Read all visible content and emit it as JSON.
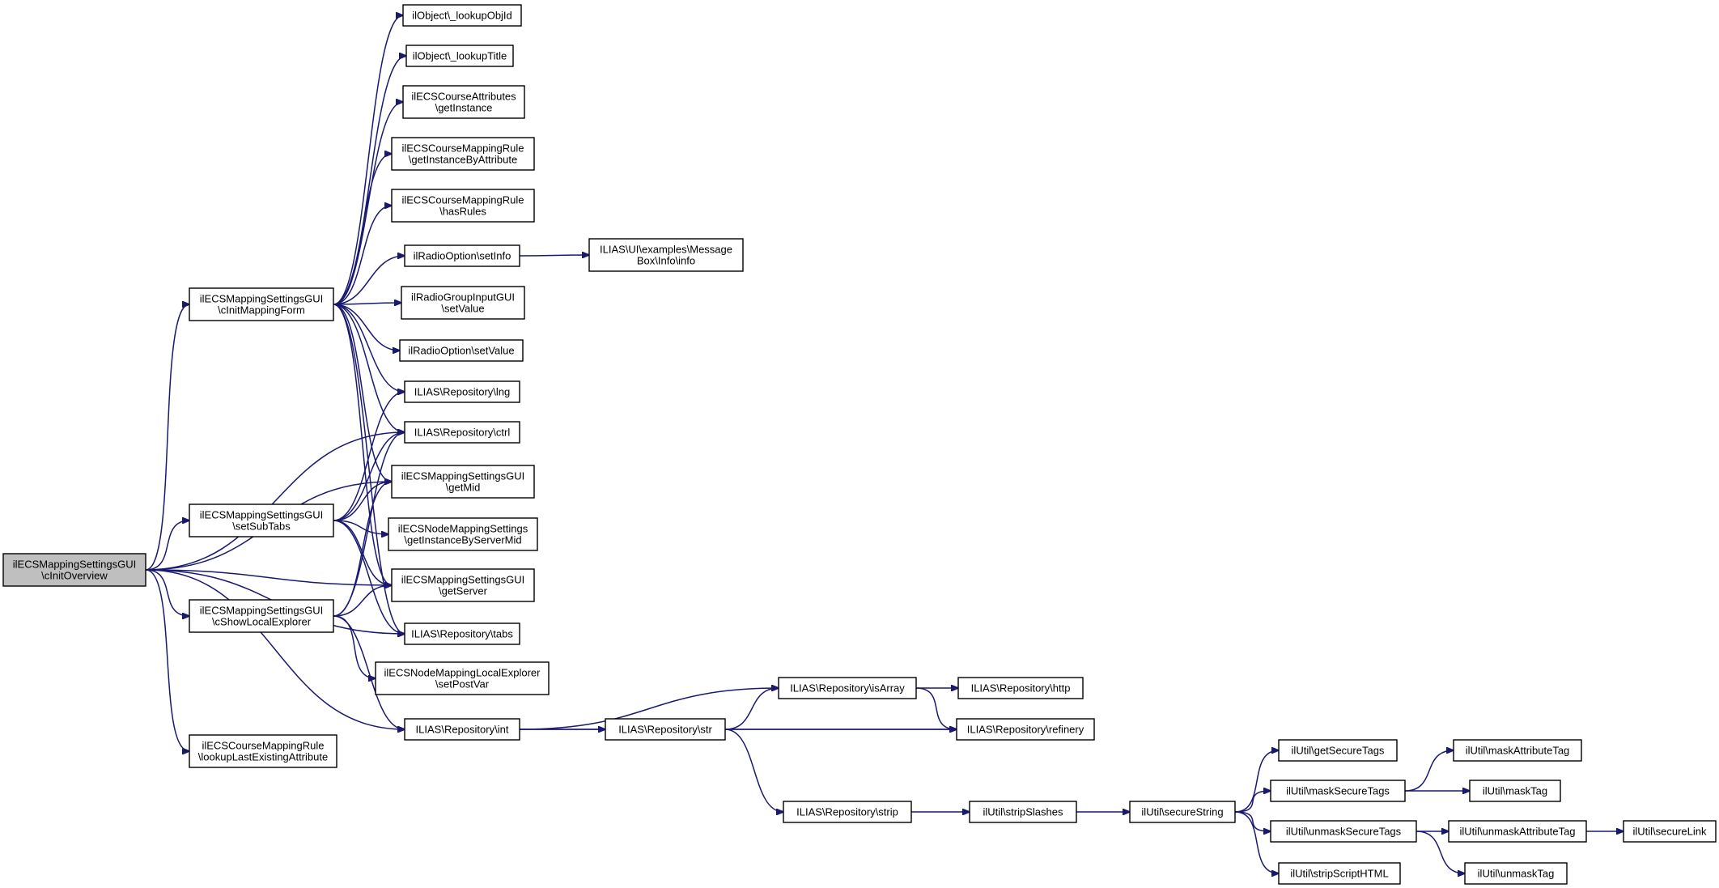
{
  "nodes": [
    {
      "id": "root",
      "lines": [
        "ilECSMappingSettingsGUI",
        "\\cInitOverview"
      ],
      "root": true
    },
    {
      "id": "initMapping",
      "lines": [
        "ilECSMappingSettingsGUI",
        "\\cInitMappingForm"
      ]
    },
    {
      "id": "setSubTabs",
      "lines": [
        "ilECSMappingSettingsGUI",
        "\\setSubTabs"
      ]
    },
    {
      "id": "showLocal",
      "lines": [
        "ilECSMappingSettingsGUI",
        "\\cShowLocalExplorer"
      ]
    },
    {
      "id": "lookupLast",
      "lines": [
        "ilECSCourseMappingRule",
        "\\lookupLastExistingAttribute"
      ]
    },
    {
      "id": "lookupObjId",
      "lines": [
        "ilObject\\_lookupObjId"
      ]
    },
    {
      "id": "lookupTitle",
      "lines": [
        "ilObject\\_lookupTitle"
      ]
    },
    {
      "id": "courseAttr",
      "lines": [
        "ilECSCourseAttributes",
        "\\getInstance"
      ]
    },
    {
      "id": "ruleByAttr",
      "lines": [
        "ilECSCourseMappingRule",
        "\\getInstanceByAttribute"
      ]
    },
    {
      "id": "hasRules",
      "lines": [
        "ilECSCourseMappingRule",
        "\\hasRules"
      ]
    },
    {
      "id": "setInfo",
      "lines": [
        "ilRadioOption\\setInfo"
      ]
    },
    {
      "id": "msgInfo",
      "lines": [
        "ILIAS\\UI\\examples\\Message",
        "Box\\Info\\info"
      ]
    },
    {
      "id": "radioGroup",
      "lines": [
        "ilRadioGroupInputGUI",
        "\\setValue"
      ]
    },
    {
      "id": "radioSetValue",
      "lines": [
        "ilRadioOption\\setValue"
      ]
    },
    {
      "id": "lng",
      "lines": [
        "ILIAS\\Repository\\lng"
      ]
    },
    {
      "id": "ctrl",
      "lines": [
        "ILIAS\\Repository\\ctrl"
      ]
    },
    {
      "id": "getMid",
      "lines": [
        "ilECSMappingSettingsGUI",
        "\\getMid"
      ]
    },
    {
      "id": "nodeMapping",
      "lines": [
        "ilECSNodeMappingSettings",
        "\\getInstanceByServerMid"
      ]
    },
    {
      "id": "getServer",
      "lines": [
        "ilECSMappingSettingsGUI",
        "\\getServer"
      ]
    },
    {
      "id": "tabs",
      "lines": [
        "ILIAS\\Repository\\tabs"
      ]
    },
    {
      "id": "localExplorer",
      "lines": [
        "ilECSNodeMappingLocalExplorer",
        "\\setPostVar"
      ]
    },
    {
      "id": "int",
      "lines": [
        "ILIAS\\Repository\\int"
      ]
    },
    {
      "id": "isArray",
      "lines": [
        "ILIAS\\Repository\\isArray"
      ]
    },
    {
      "id": "http",
      "lines": [
        "ILIAS\\Repository\\http"
      ]
    },
    {
      "id": "str",
      "lines": [
        "ILIAS\\Repository\\str"
      ]
    },
    {
      "id": "refinery",
      "lines": [
        "ILIAS\\Repository\\refinery"
      ]
    },
    {
      "id": "strip",
      "lines": [
        "ILIAS\\Repository\\strip"
      ]
    },
    {
      "id": "stripSlashes",
      "lines": [
        "ilUtil\\stripSlashes"
      ]
    },
    {
      "id": "secureString",
      "lines": [
        "ilUtil\\secureString"
      ]
    },
    {
      "id": "getSecureTags",
      "lines": [
        "ilUtil\\getSecureTags"
      ]
    },
    {
      "id": "maskSecureTags",
      "lines": [
        "ilUtil\\maskSecureTags"
      ]
    },
    {
      "id": "unmaskSecureTags",
      "lines": [
        "ilUtil\\unmaskSecureTags"
      ]
    },
    {
      "id": "stripScriptHTML",
      "lines": [
        "ilUtil\\stripScriptHTML"
      ]
    },
    {
      "id": "maskAttrTag",
      "lines": [
        "ilUtil\\maskAttributeTag"
      ]
    },
    {
      "id": "maskTag",
      "lines": [
        "ilUtil\\maskTag"
      ]
    },
    {
      "id": "unmaskAttrTag",
      "lines": [
        "ilUtil\\unmaskAttributeTag"
      ]
    },
    {
      "id": "unmaskTag",
      "lines": [
        "ilUtil\\unmaskTag"
      ]
    },
    {
      "id": "secureLink",
      "lines": [
        "ilUtil\\secureLink"
      ]
    }
  ],
  "edges": [
    [
      "root",
      "initMapping"
    ],
    [
      "root",
      "setSubTabs"
    ],
    [
      "root",
      "showLocal"
    ],
    [
      "root",
      "lookupLast"
    ],
    [
      "root",
      "ctrl"
    ],
    [
      "root",
      "getMid"
    ],
    [
      "root",
      "getServer"
    ],
    [
      "root",
      "tabs"
    ],
    [
      "root",
      "int"
    ],
    [
      "initMapping",
      "lookupObjId"
    ],
    [
      "initMapping",
      "lookupTitle"
    ],
    [
      "initMapping",
      "courseAttr"
    ],
    [
      "initMapping",
      "ruleByAttr"
    ],
    [
      "initMapping",
      "hasRules"
    ],
    [
      "initMapping",
      "setInfo"
    ],
    [
      "initMapping",
      "radioGroup"
    ],
    [
      "initMapping",
      "radioSetValue"
    ],
    [
      "initMapping",
      "lng"
    ],
    [
      "initMapping",
      "ctrl"
    ],
    [
      "initMapping",
      "getMid"
    ],
    [
      "initMapping",
      "getServer"
    ],
    [
      "initMapping",
      "tabs"
    ],
    [
      "setInfo",
      "msgInfo"
    ],
    [
      "setSubTabs",
      "lng"
    ],
    [
      "setSubTabs",
      "ctrl"
    ],
    [
      "setSubTabs",
      "getMid"
    ],
    [
      "setSubTabs",
      "nodeMapping"
    ],
    [
      "setSubTabs",
      "getServer"
    ],
    [
      "setSubTabs",
      "tabs"
    ],
    [
      "showLocal",
      "ctrl"
    ],
    [
      "showLocal",
      "getMid"
    ],
    [
      "showLocal",
      "getServer"
    ],
    [
      "showLocal",
      "localExplorer"
    ],
    [
      "showLocal",
      "int"
    ],
    [
      "int",
      "isArray"
    ],
    [
      "int",
      "str"
    ],
    [
      "int",
      "refinery"
    ],
    [
      "isArray",
      "http"
    ],
    [
      "isArray",
      "refinery"
    ],
    [
      "str",
      "isArray"
    ],
    [
      "str",
      "refinery"
    ],
    [
      "str",
      "strip"
    ],
    [
      "strip",
      "stripSlashes"
    ],
    [
      "stripSlashes",
      "secureString"
    ],
    [
      "secureString",
      "getSecureTags"
    ],
    [
      "secureString",
      "maskSecureTags"
    ],
    [
      "secureString",
      "unmaskSecureTags"
    ],
    [
      "secureString",
      "stripScriptHTML"
    ],
    [
      "maskSecureTags",
      "maskAttrTag"
    ],
    [
      "maskSecureTags",
      "maskTag"
    ],
    [
      "unmaskSecureTags",
      "unmaskAttrTag"
    ],
    [
      "unmaskSecureTags",
      "unmaskTag"
    ],
    [
      "unmaskAttrTag",
      "secureLink"
    ]
  ]
}
